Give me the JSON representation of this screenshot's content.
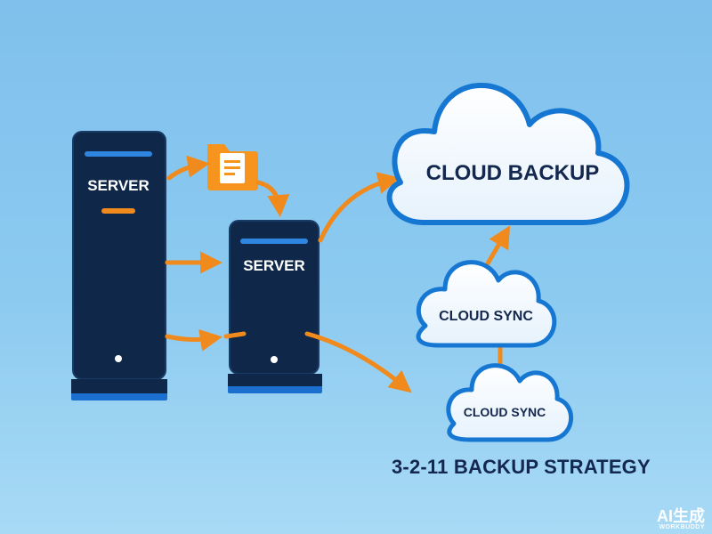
{
  "diagram": {
    "nodes": {
      "server_primary": {
        "label": "SERVER"
      },
      "server_secondary": {
        "label": "SERVER"
      },
      "cloud_backup": {
        "label": "CLOUD BACKUP"
      },
      "cloud_sync_upper": {
        "label": "CLOUD SYNC"
      },
      "cloud_sync_lower": {
        "label": "CLOUD SYNC"
      }
    },
    "caption": "3-2-11 BACKUP STRATEGY",
    "icons": {
      "file": "folder-document-icon"
    }
  },
  "watermark": {
    "main": "AI生成",
    "sub": "WORKBUDDY"
  },
  "colors": {
    "server_body": "#0f2748",
    "server_accent": "#1a6fcf",
    "arrow": "#f08a1c",
    "cloud_stroke": "#1677d2",
    "cloud_fill": "#ffffff",
    "text_dark": "#14284f"
  }
}
